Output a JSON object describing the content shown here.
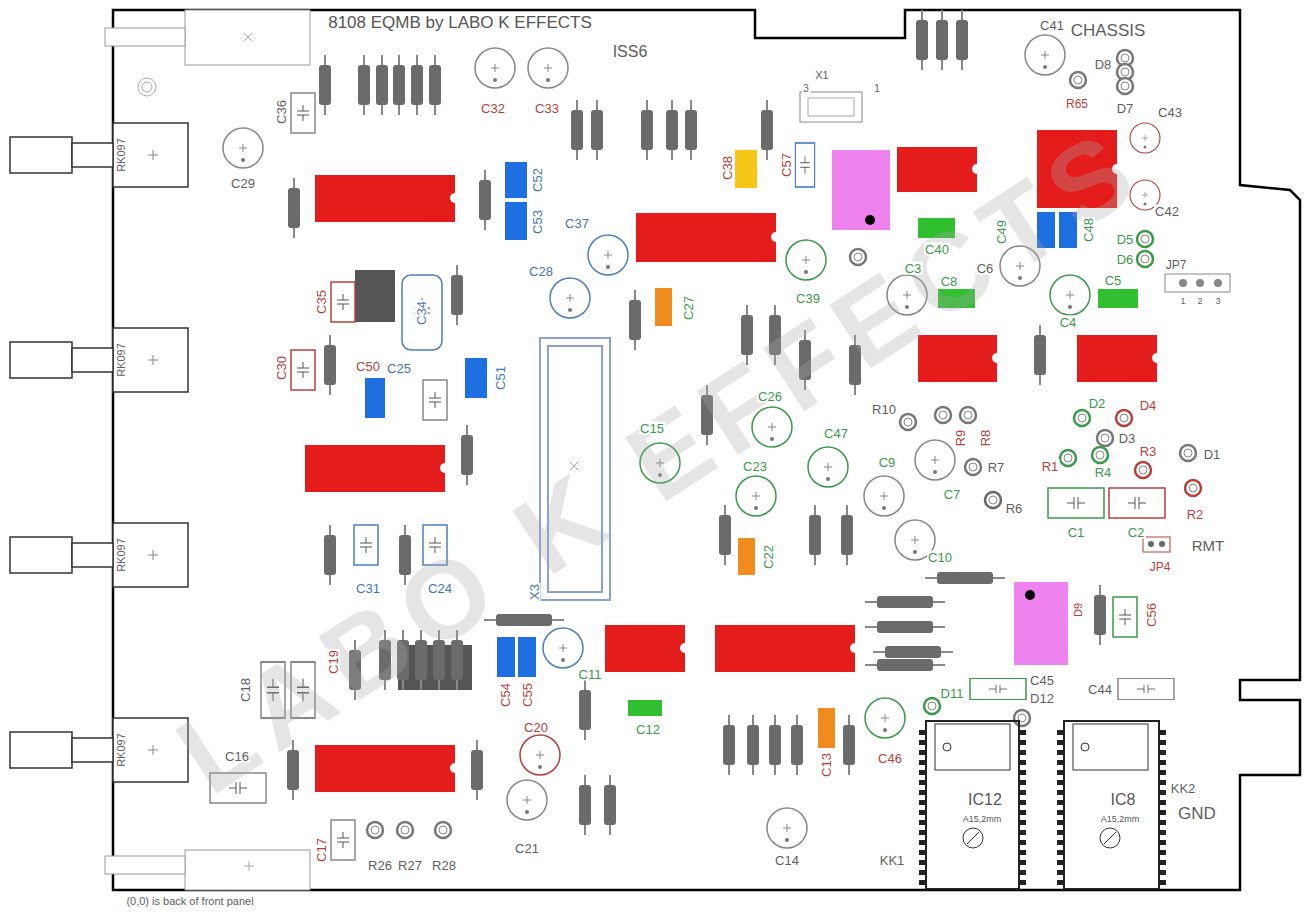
{
  "diagram": {
    "title": "8108 EQMB by LABO K EFFECTS",
    "nodes": [
      {
        "text": [
          "IC12",
          "A15,2mm"
        ]
      },
      {
        "text": [
          "IC8",
          "A15,2mm"
        ]
      }
    ],
    "labels": [
      "ISS6",
      "C36",
      "C29",
      "C32",
      "C33",
      "X1",
      "3",
      "1",
      "CHASSIS",
      "C41",
      "R65",
      "D8",
      "D7",
      "C43",
      "C38",
      "C57",
      "C52",
      "C53",
      "C37",
      "C28",
      "C27",
      "C40",
      "C49",
      "C48",
      "C42",
      "D5",
      "D6",
      "JP7",
      "1",
      "2",
      "3",
      "C3",
      "C8",
      "C6",
      "C5",
      "C4",
      "C35",
      "C34",
      "C30",
      "C50",
      "C25",
      "C51",
      "C39",
      "C26",
      "C15",
      "R10",
      "R9",
      "R8",
      "D2",
      "D4",
      "D3",
      "R1",
      "R4",
      "R3",
      "D1",
      "R2",
      "C47",
      "C9",
      "C7",
      "R7",
      "R6",
      "C23",
      "C10",
      "C1",
      "C2",
      "RMT",
      "JP4",
      "C22",
      "X3",
      "C31",
      "C24",
      "C56",
      "D9",
      "C19",
      "C18",
      "C54",
      "C55",
      "C11",
      "C12",
      "C45",
      "D12",
      "D11",
      "C44",
      "C20",
      "C13",
      "C46",
      "KK2",
      "GND",
      "C16",
      "C21",
      "C14",
      "KK1",
      "C17",
      "R26",
      "R27",
      "R28",
      "(0,0) is back of front panel",
      "RK097",
      "RK097",
      "RK097",
      "RK097",
      "LABO K EFFECTS"
    ]
  }
}
